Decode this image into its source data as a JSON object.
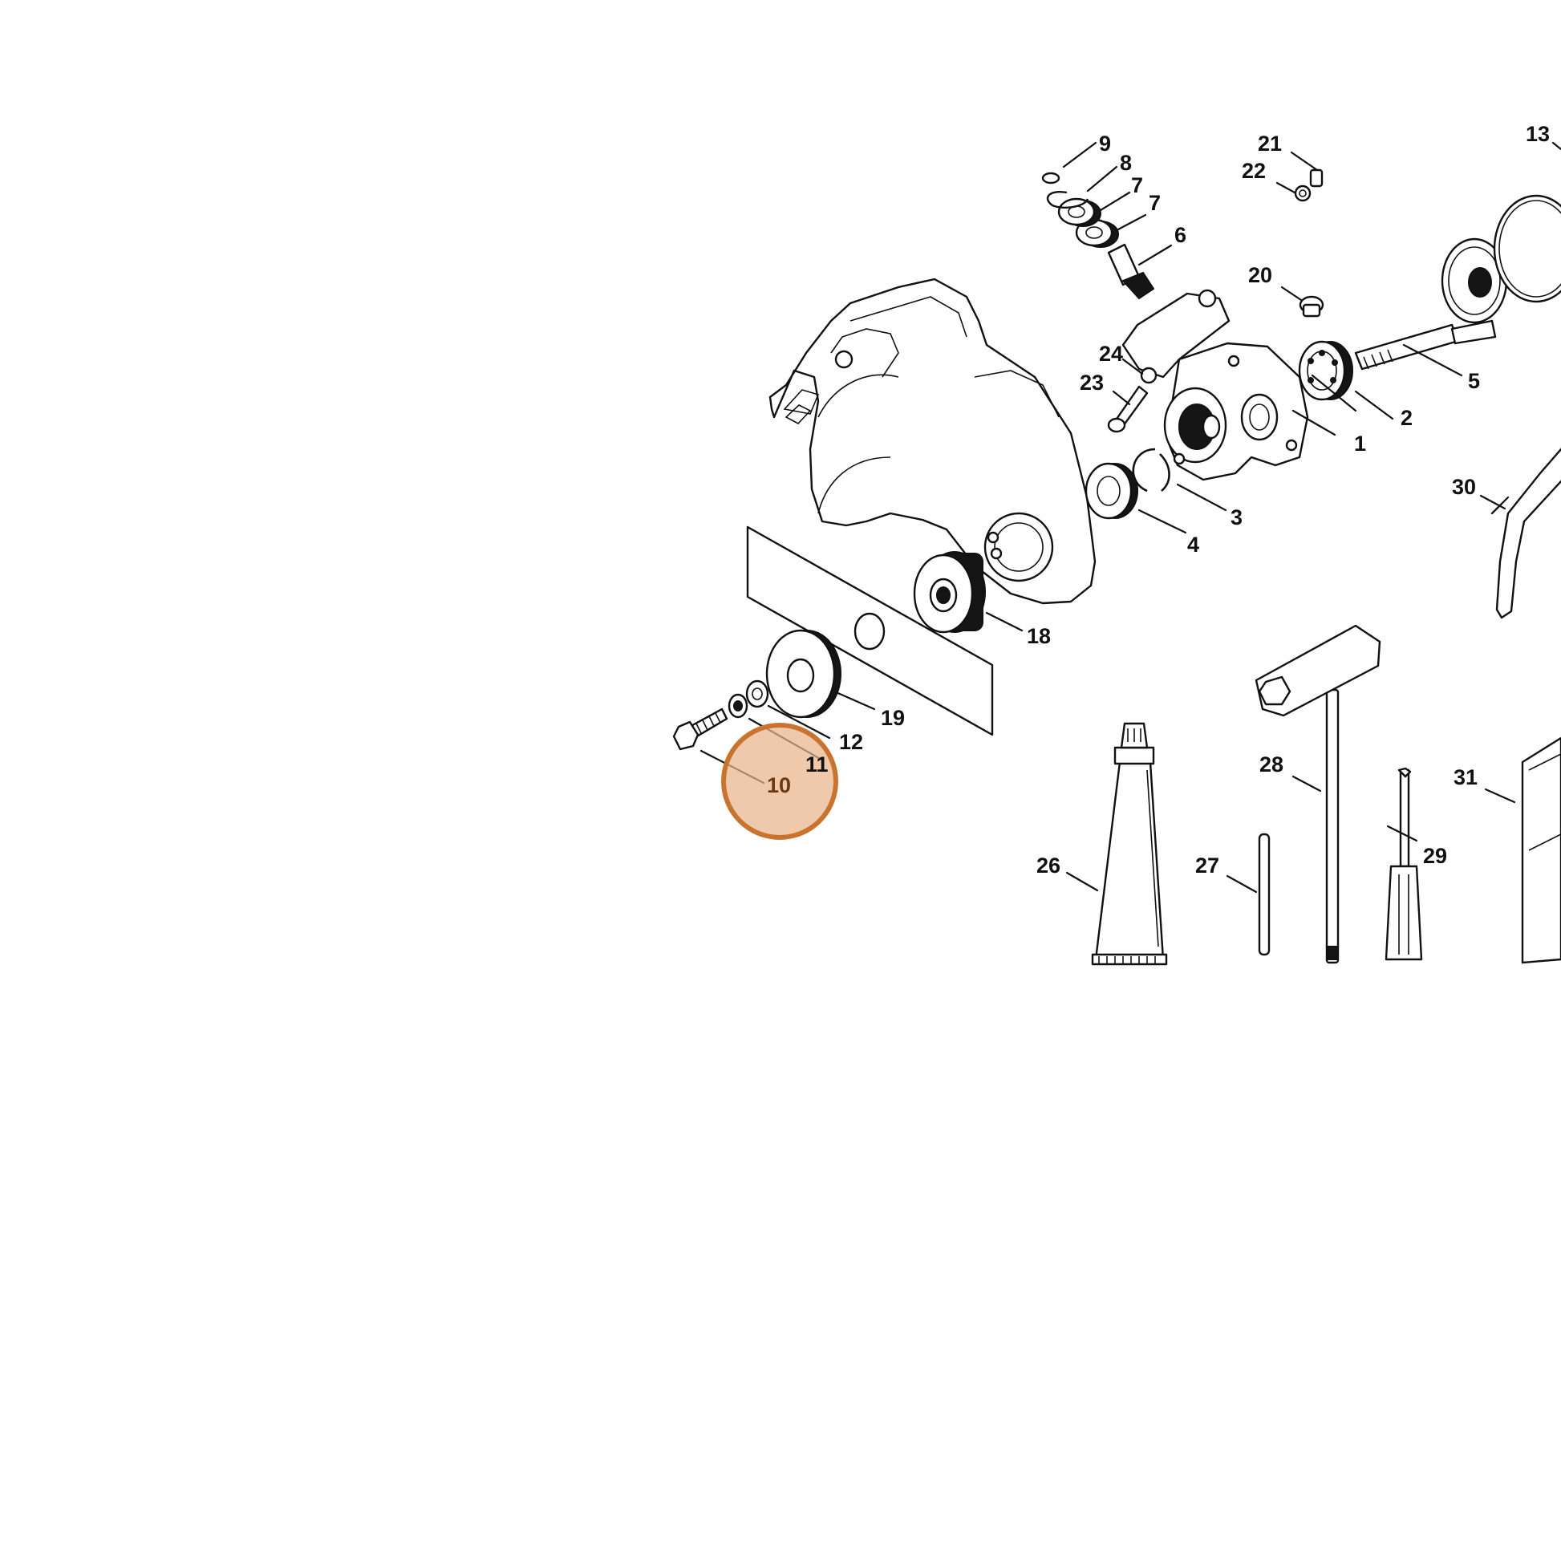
{
  "diagram": {
    "highlight_color": "#c8742f",
    "highlighted_callout": "10",
    "callouts": {
      "c1": "1",
      "c2": "2",
      "c3": "3",
      "c4": "4",
      "c5": "5",
      "c6": "6",
      "c7a": "7",
      "c7b": "7",
      "c8": "8",
      "c9": "9",
      "c10": "10",
      "c11": "11",
      "c12": "12",
      "c13": "13",
      "c18": "18",
      "c19": "19",
      "c20": "20",
      "c21": "21",
      "c22": "22",
      "c23": "23",
      "c24": "24",
      "c26": "26",
      "c27": "27",
      "c28": "28",
      "c29": "29",
      "c30": "30",
      "c31": "31"
    }
  }
}
